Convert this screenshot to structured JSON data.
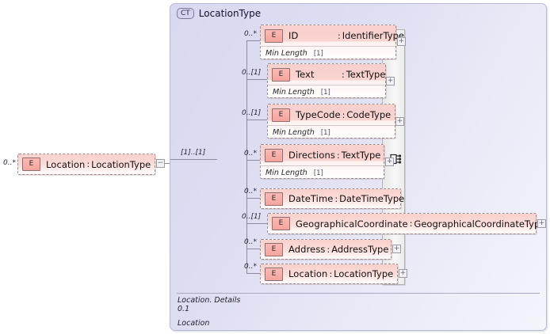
{
  "diagram": {
    "kind": "xml-schema-element-diagram",
    "root_element": {
      "icon": "element-icon",
      "name": "Location",
      "separator": ":",
      "type": "LocationType",
      "cardinality": "0..*",
      "toggle": "−"
    },
    "complex_type": {
      "badge": "CT",
      "title": "LocationType",
      "model_group": "sequence",
      "model_group_cardinality": "[1]..[1]",
      "children": [
        {
          "cardinality": "0..*",
          "icon": "element-icon",
          "name": "ID",
          "separator": ":",
          "type": "IdentifierType",
          "facet": {
            "label": "Min Length",
            "occurrence": "[1]"
          },
          "toggle": "+"
        },
        {
          "cardinality": "0..[1]",
          "icon": "element-icon",
          "name": "Text",
          "separator": ":",
          "type": "TextType",
          "facet": {
            "label": "Min Length",
            "occurrence": "[1]"
          },
          "toggle": "+"
        },
        {
          "cardinality": "0..[1]",
          "icon": "element-icon",
          "name": "TypeCode",
          "separator": ":",
          "type": "CodeType",
          "facet": {
            "label": "Min Length",
            "occurrence": "[1]"
          },
          "toggle": "+"
        },
        {
          "cardinality": "0..*",
          "icon": "element-icon",
          "name": "Directions",
          "separator": ":",
          "type": "TextType",
          "facet": {
            "label": "Min Length",
            "occurrence": "[1]"
          },
          "toggle": "+"
        },
        {
          "cardinality": "0..*",
          "icon": "element-icon",
          "name": "DateTime",
          "separator": ":",
          "type": "DateTimeType",
          "facet": null,
          "toggle": null
        },
        {
          "cardinality": "0..[1]",
          "icon": "element-icon",
          "name": "GeographicalCoordinate",
          "separator": ":",
          "type": "GeographicalCoordinateType",
          "facet": null,
          "toggle": "+"
        },
        {
          "cardinality": "0..*",
          "icon": "element-icon",
          "name": "Address",
          "separator": ":",
          "type": "AddressType",
          "facet": null,
          "toggle": "+"
        },
        {
          "cardinality": "0..*",
          "icon": "element-icon",
          "name": "Location",
          "separator": ":",
          "type": "LocationType",
          "facet": null,
          "toggle": "+"
        }
      ],
      "annotation": {
        "line1": "Location. Details",
        "line2": "0.1",
        "line3": "Location"
      }
    },
    "colors": {
      "element_fill": "#f8cfcc",
      "element_border": "#9a8f92",
      "container_fill": "#dcdcf1",
      "container_border": "#b9b9d8",
      "connector_line": "#8a8aa4",
      "page_background": "#ffffff"
    }
  }
}
